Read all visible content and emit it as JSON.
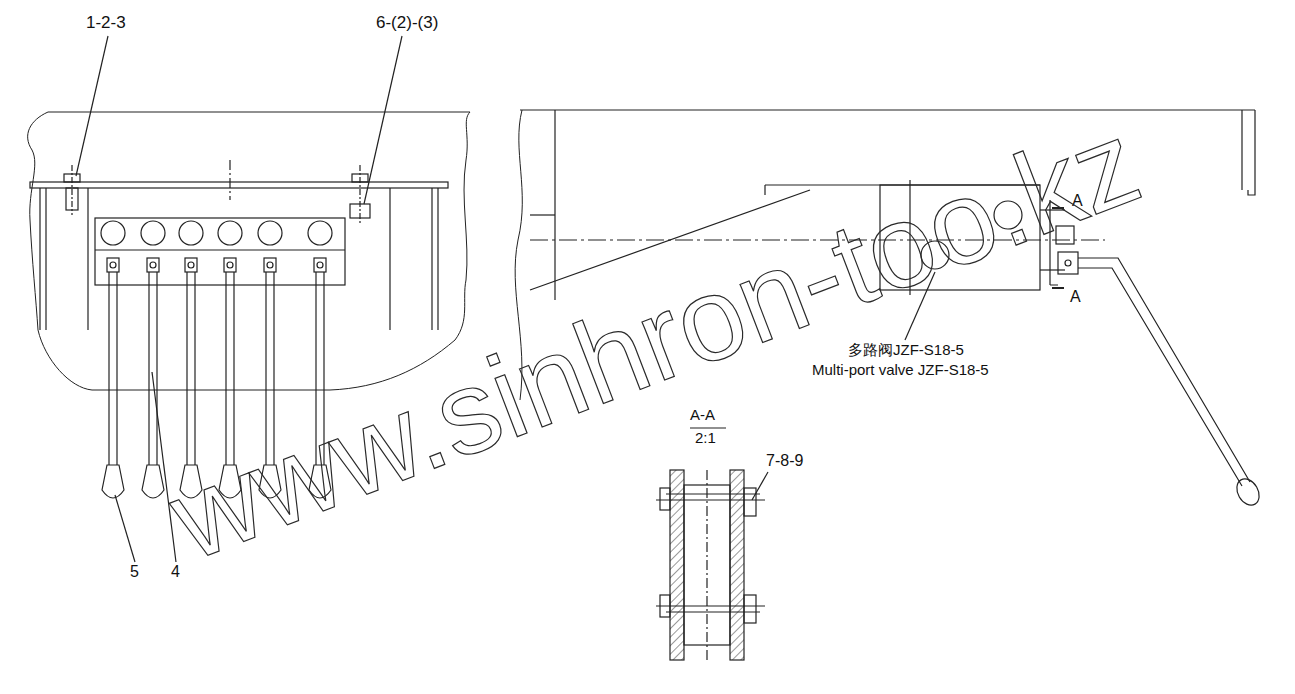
{
  "diagram": {
    "labels": [
      "1-2-3",
      "6-(2)-(3)",
      "5",
      "4",
      "多路阀JZF-S18-5",
      "Multi-port valve JZF-S18-5",
      "A",
      "A",
      "A-A",
      "2:1",
      "7-8-9",
      "www.sinhron-too.kz"
    ]
  }
}
